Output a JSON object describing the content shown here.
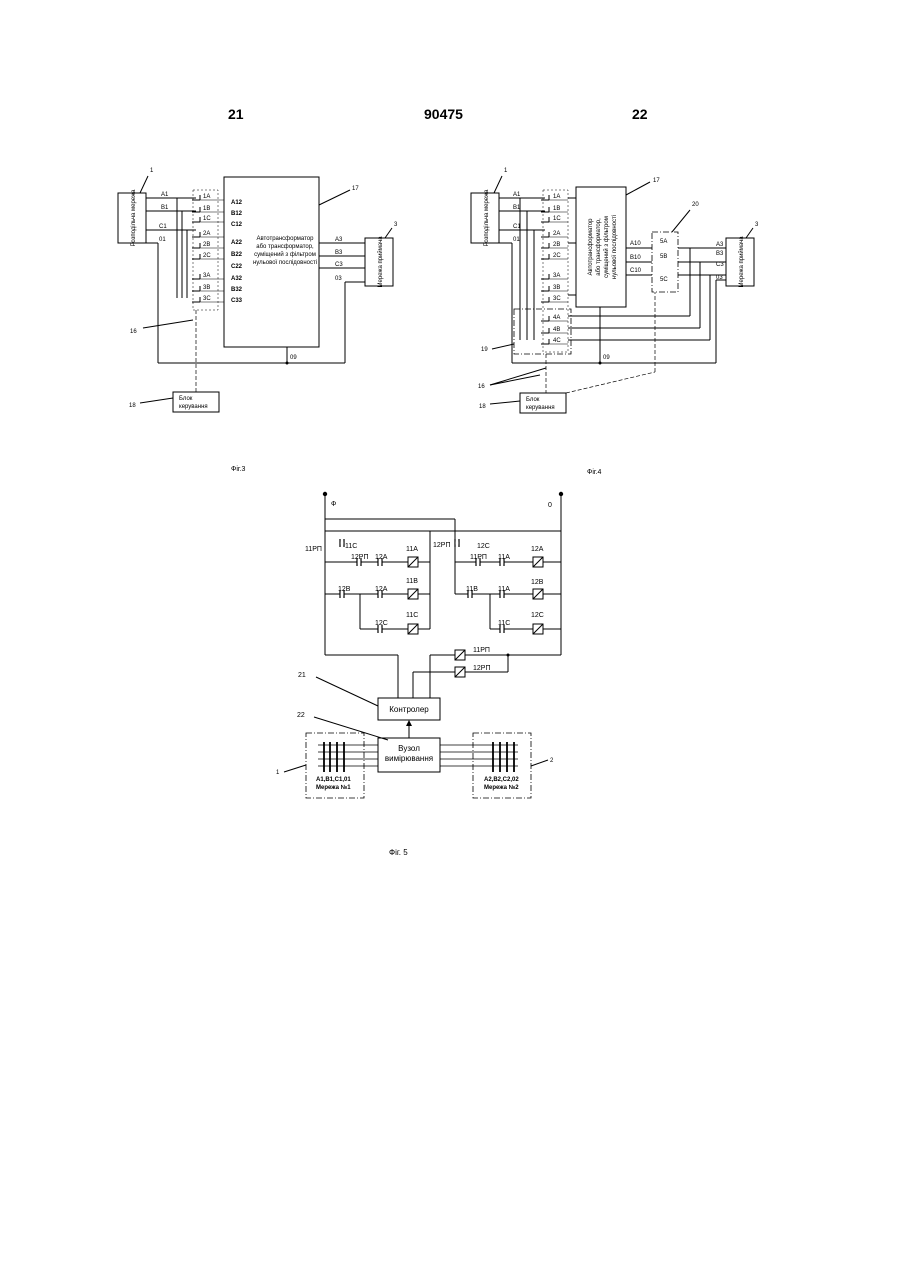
{
  "header": {
    "left": "21",
    "center": "90475",
    "right": "22"
  },
  "fig3": {
    "caption": "Фіг.3",
    "source_net": "Розподільча мережа",
    "source_lines": [
      "A1",
      "B1",
      "C1",
      "01"
    ],
    "switches": [
      "1A",
      "1B",
      "1C",
      "2A",
      "2B",
      "2C",
      "3A",
      "3B",
      "3C"
    ],
    "terminals": [
      "A12",
      "B12",
      "C12",
      "A22",
      "B22",
      "C22",
      "A32",
      "B32",
      "C33"
    ],
    "transformer": "Автотрансформатор або трансформатор, суміщений з фільтром нульової послідовності",
    "outputs": [
      "A3",
      "B3",
      "C3",
      "03"
    ],
    "receiver": "Мережа приймача",
    "neutral": "09",
    "control": "Блок керування",
    "ref_source": "1",
    "ref_transformer": "17",
    "ref_receiver": "3",
    "ref_link": "16",
    "ref_control": "18"
  },
  "fig4": {
    "caption": "Фіг.4",
    "source_net": "Розподільча мережа",
    "source_lines": [
      "A1",
      "B1",
      "C1",
      "01"
    ],
    "switches": [
      "1A",
      "1B",
      "1C",
      "2A",
      "2B",
      "2C",
      "3A",
      "3B",
      "3C",
      "4A",
      "4B",
      "4C"
    ],
    "transformer": "Автотрансформатор або трансформатор, суміщений з фільтром нульової послідовності",
    "tr_outputs": [
      "A10",
      "B10",
      "C10"
    ],
    "switches2": [
      "5A",
      "5B",
      "5C"
    ],
    "outputs": [
      "A3",
      "B3",
      "C3",
      "03"
    ],
    "receiver": "Мережа приймача",
    "neutral": "09",
    "control": "Блок керування",
    "ref_source": "1",
    "ref_transformer": "17",
    "ref_switch_group": "20",
    "ref_receiver": "3",
    "ref_group19": "19",
    "ref_link": "16",
    "ref_control": "18"
  },
  "fig5": {
    "caption": "Фіг. 5",
    "phase": "Ф",
    "zero": "0",
    "labels": {
      "r11rp_a": "11РП",
      "c11c_a": "11C",
      "c12rp_a": "12РП",
      "c12a_a": "12A",
      "k11a_a": "11A",
      "c12b_b": "12B",
      "c12a_b": "12A",
      "k11b_b": "11B",
      "c12c_c": "12C",
      "k11c_c": "11C",
      "r12rp_mid": "12РП",
      "c12c_r": "12C",
      "c11rp_r": "11РП",
      "c11a_r": "11A",
      "k12a_r": "12A",
      "c11b_r": "11B",
      "c11a_r2": "11A",
      "k12b_r": "12B",
      "c11c_r": "11C",
      "k12c_r": "12C",
      "coil_11rp": "11РП",
      "coil_12rp": "12РП"
    },
    "controller": "Контролер",
    "measure_line1": "Вузол",
    "measure_line2": "вимірювання",
    "net1_line1": "A1,B1,C1,01",
    "net1_line2": "Мережа №1",
    "net2_line1": "A2,B2,C2,02",
    "net2_line2": "Мережа №2",
    "ref_net1": "1",
    "ref_net2": "2",
    "ref_controller": "21",
    "ref_measure": "22"
  }
}
